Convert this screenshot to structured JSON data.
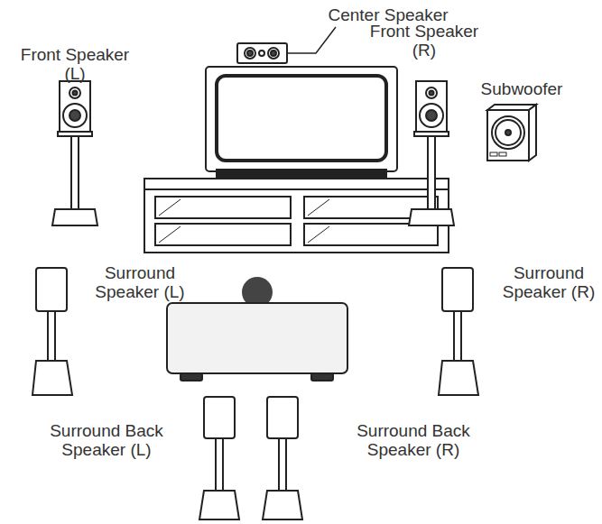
{
  "diagram": {
    "labels": [
      "Center Speaker",
      "Front Speaker (L)",
      "Front Speaker (R)",
      "Subwoofer",
      "Surround Speaker (L)",
      "Surround Speaker (R)",
      "Surround Back Speaker (L)",
      "Surround Back Speaker (R)"
    ]
  }
}
